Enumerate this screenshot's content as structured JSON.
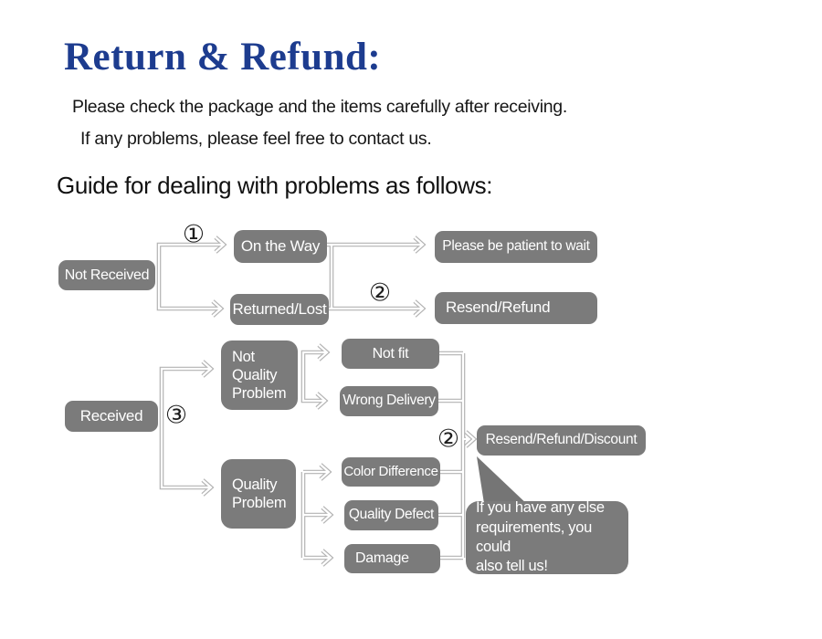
{
  "page": {
    "title": "Return & Refund:",
    "intro_line1": "Please check the package and the items carefully after receiving.",
    "intro_line2": "If any problems, please feel free to contact us.",
    "guide_heading": "Guide for dealing with problems as follows:"
  },
  "colors": {
    "title_blue": "#1d3c8f",
    "node_gray": "#7b7b7b",
    "node_text": "#ffffff",
    "connector_gray": "#b3b3b3",
    "body_text": "#1c1c1c"
  },
  "flowchart": {
    "nodes": [
      {
        "id": "not-received",
        "label": "Not Received"
      },
      {
        "id": "on-the-way",
        "label": "On the Way"
      },
      {
        "id": "returned-lost",
        "label": "Returned/Lost"
      },
      {
        "id": "please-be-patient",
        "label": "Please be patient to wait"
      },
      {
        "id": "resend-refund",
        "label": "Resend/Refund"
      },
      {
        "id": "received",
        "label": "Received"
      },
      {
        "id": "not-quality-problem",
        "label": "Not\nQuality\nProblem"
      },
      {
        "id": "quality-problem",
        "label": "Quality\nProblem"
      },
      {
        "id": "not-fit",
        "label": "Not fit"
      },
      {
        "id": "wrong-delivery",
        "label": "Wrong Delivery"
      },
      {
        "id": "color-difference",
        "label": "Color Difference"
      },
      {
        "id": "quality-defect",
        "label": "Quality Defect"
      },
      {
        "id": "damage",
        "label": "Damage"
      },
      {
        "id": "resend-refund-discount",
        "label": "Resend/Refund/Discount"
      }
    ],
    "step_markers": [
      {
        "id": "step-1",
        "symbol": "①"
      },
      {
        "id": "step-2-top",
        "symbol": "②"
      },
      {
        "id": "step-3",
        "symbol": "③"
      },
      {
        "id": "step-2-bottom",
        "symbol": "②"
      }
    ],
    "callout": {
      "text": "If you have any else\nrequirements, you could\nalso tell us!"
    }
  }
}
